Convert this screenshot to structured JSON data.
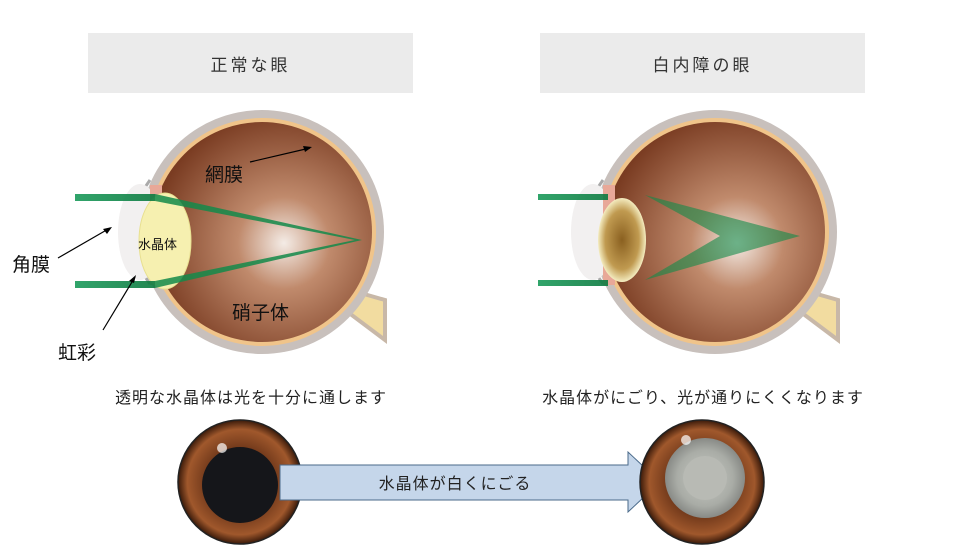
{
  "normal": {
    "title": "正常な眼",
    "caption": "透明な水晶体は光を十分に通します",
    "labels": {
      "retina": "網膜",
      "lens": "水晶体",
      "cornea": "角膜",
      "iris": "虹彩",
      "vitreous": "硝子体"
    }
  },
  "cataract": {
    "title": "白内障の眼",
    "caption": "水晶体がにごり、光が通りにくくなります"
  },
  "transition": {
    "label": "水晶体が白くにごる"
  },
  "colors": {
    "header_bg": "#ebebeb",
    "light_ray": "#1a9a5a",
    "globe": "#8b4a2c",
    "arrow_fill": "#c5d6ea"
  }
}
